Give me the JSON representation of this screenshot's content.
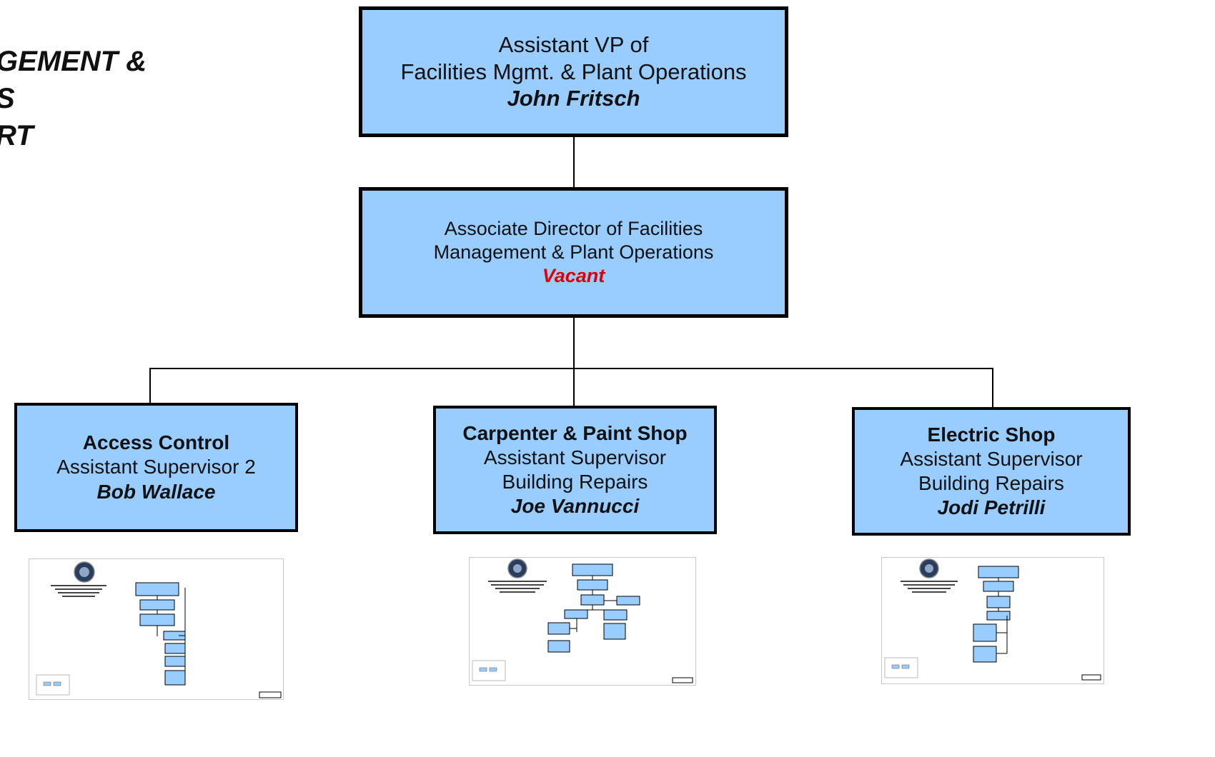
{
  "title": {
    "lines": [
      "GEMENT &",
      "S",
      "RT"
    ]
  },
  "colors": {
    "box_fill": "#99ccff",
    "vacant": "#e00000",
    "line": "#000000"
  },
  "top_box": {
    "line1": "Assistant VP of",
    "line2": "Facilities Mgmt. &  Plant Operations",
    "name": "John Fritsch"
  },
  "second_box": {
    "line1": "Associate Director of Facilities",
    "line2": "Management & Plant Operations",
    "name": "Vacant"
  },
  "units": [
    {
      "dept": "Access Control",
      "role1": "Assistant Supervisor 2",
      "role2": "",
      "name": "Bob Wallace"
    },
    {
      "dept": "Carpenter & Paint Shop",
      "role1": "Assistant Supervisor",
      "role2": "Building Repairs",
      "name": "Joe Vannucci"
    },
    {
      "dept": "Electric Shop",
      "role1": "Assistant Supervisor",
      "role2": "Building Repairs",
      "name": "Jodi Petrilli"
    }
  ],
  "thumbnails": [
    "access-control-chart-thumbnail",
    "carpenter-paint-chart-thumbnail",
    "electric-shop-chart-thumbnail"
  ]
}
